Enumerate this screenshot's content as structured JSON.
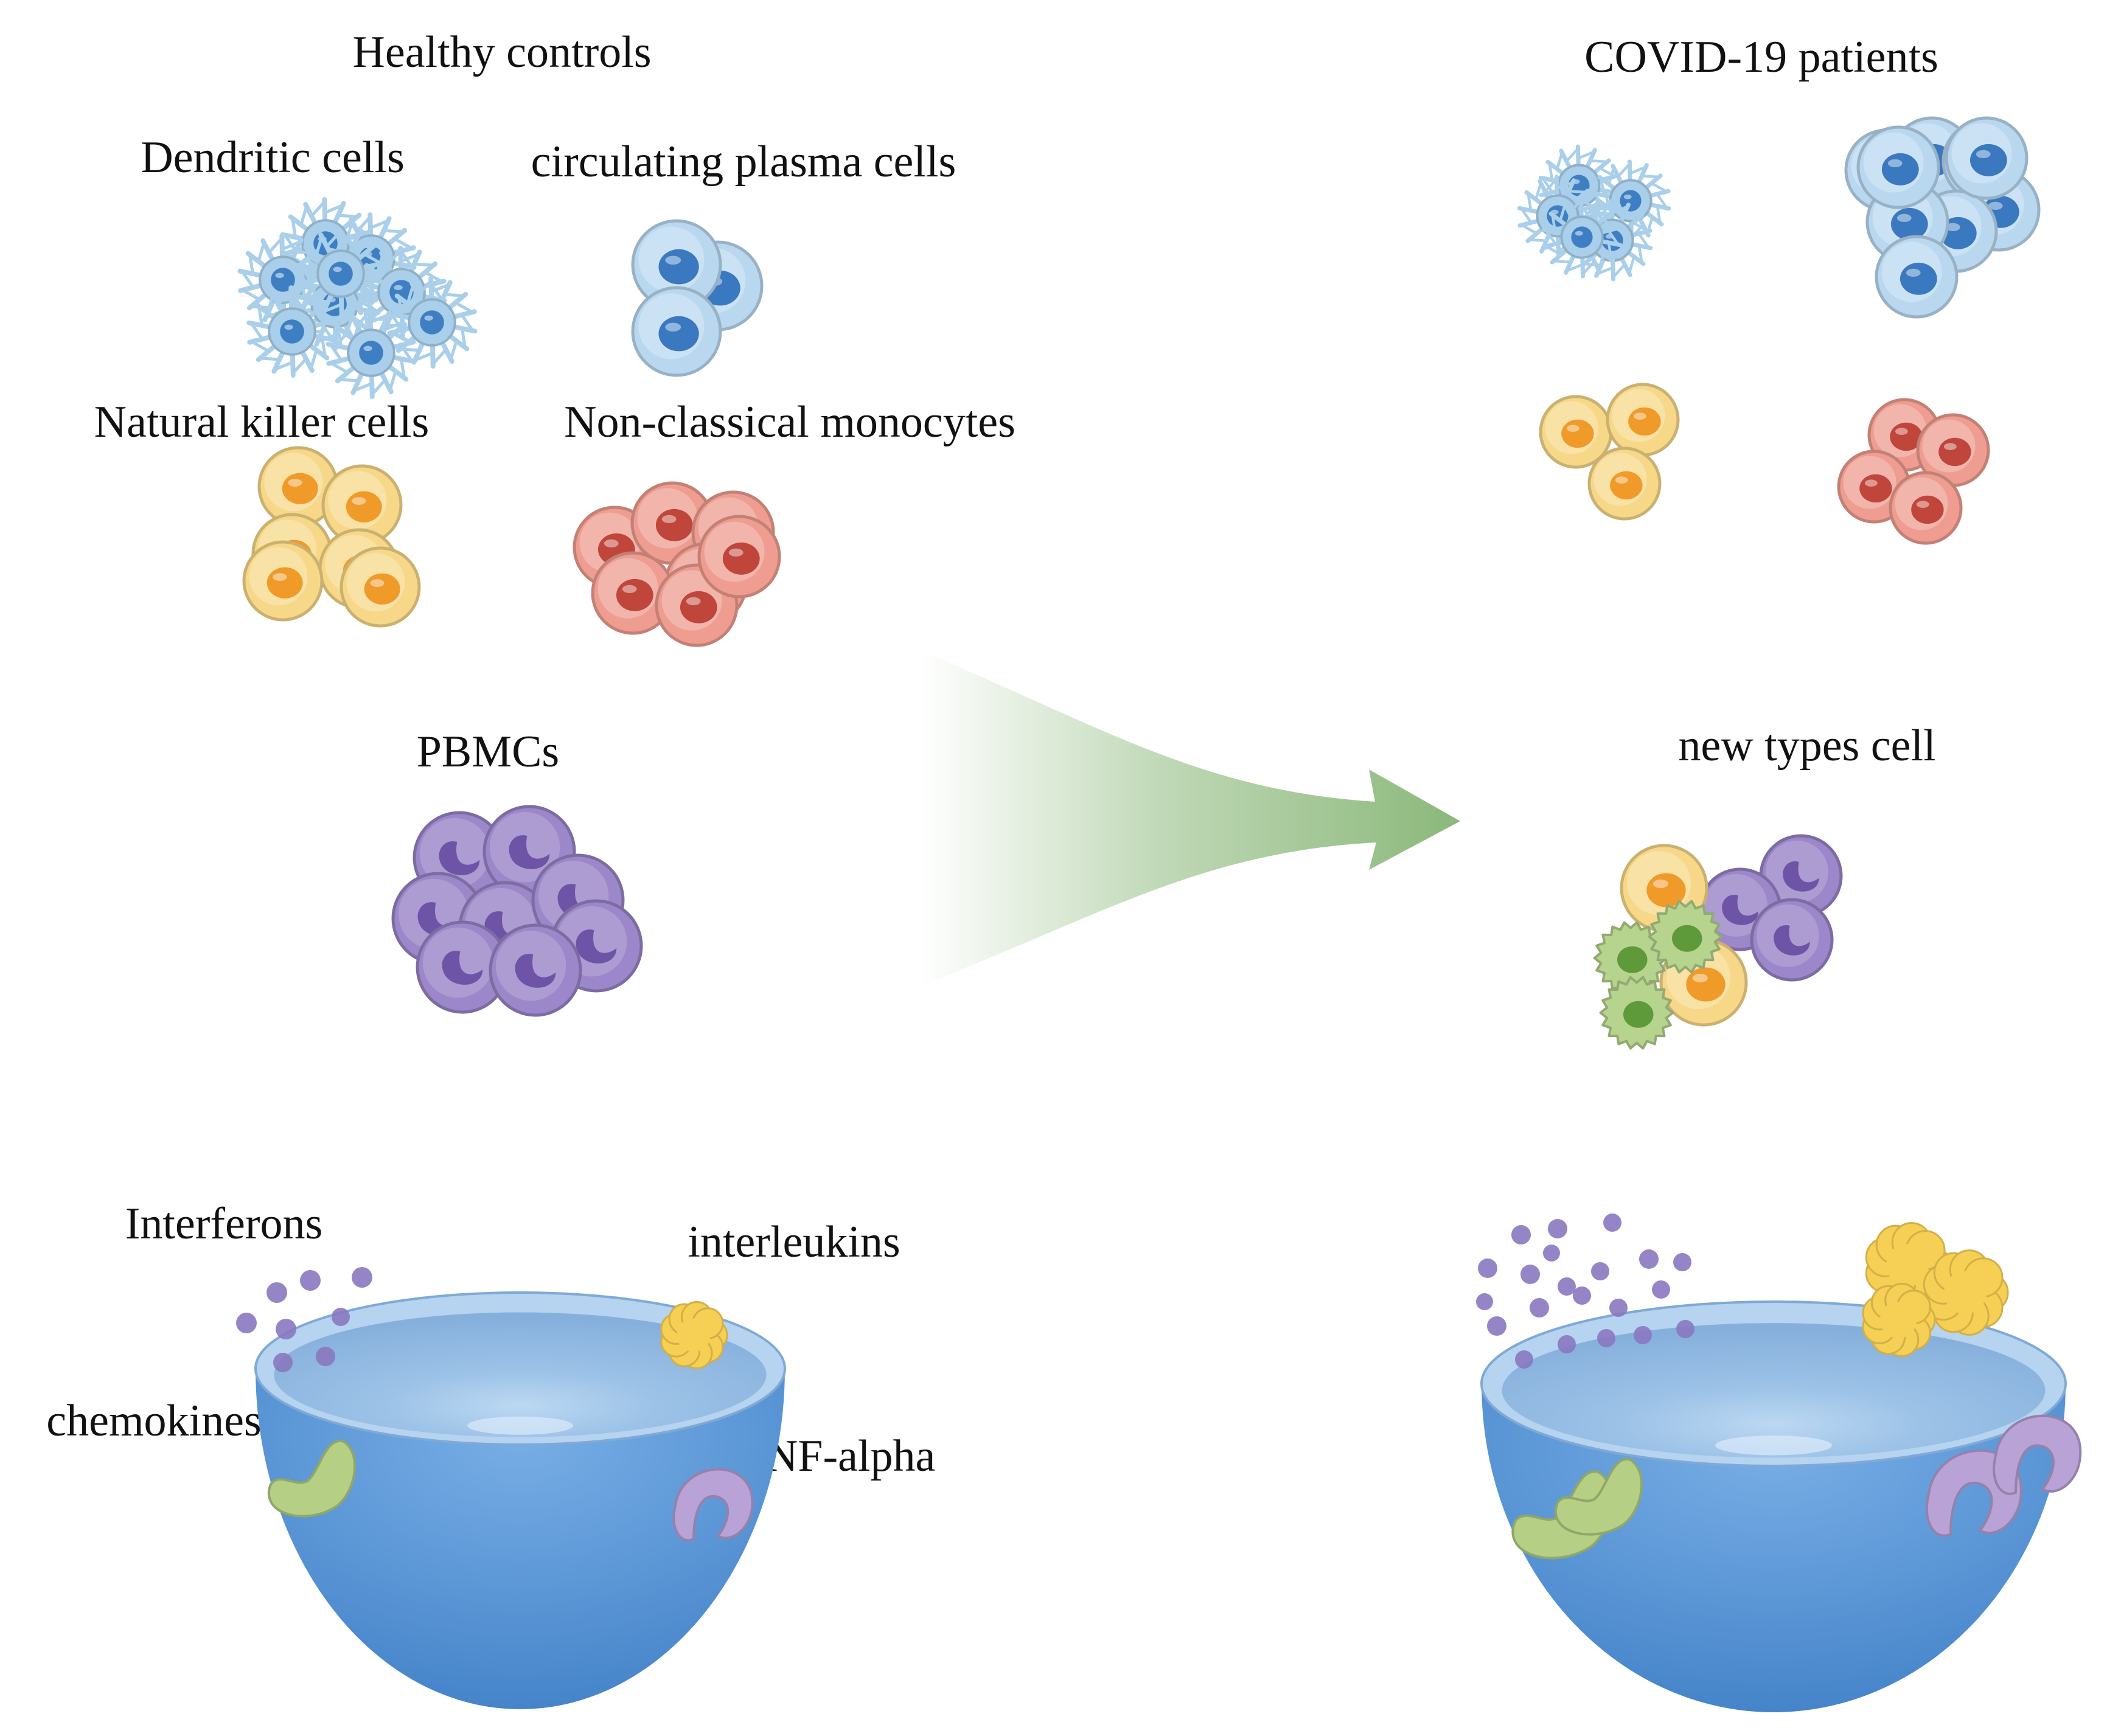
{
  "labels": {
    "healthy_controls": "Healthy controls",
    "covid_patients": "COVID-19 patients",
    "dendritic_cells": "Dendritic cells",
    "plasma_cells": "circulating plasma cells",
    "nk_cells": "Natural killer cells",
    "monocytes": "Non-classical monocytes",
    "pbmcs": "PBMCs",
    "new_types": "new types cell",
    "interferons": "Interferons",
    "interleukins": "interleukins",
    "chemokines": "chemokines",
    "tnf_alpha": "TNF-alpha"
  },
  "colors": {
    "dendritic": "#a9cfea",
    "dendritic_nucleus": "#3d7fc2",
    "plasma": "#b9d8f0",
    "plasma_nucleus": "#3a78c0",
    "nk": "#f7d889",
    "nk_nucleus": "#f09a2a",
    "monocyte": "#ee9d90",
    "monocyte_nucleus": "#c0453a",
    "pbmc": "#9b87c9",
    "pbmc_nucleus": "#6d54a7",
    "green_cell": "#b7d48f",
    "green_nucleus": "#5e9a3a",
    "arrow": "#8bb87a",
    "bowl": "#4f8fd0",
    "bowl_inner": "#8ab4dd",
    "interferon_dot": "#8a78c0",
    "interleukin": "#f6cf55",
    "chemokine": "#b5cf85",
    "tnf": "#b9a2d6"
  }
}
